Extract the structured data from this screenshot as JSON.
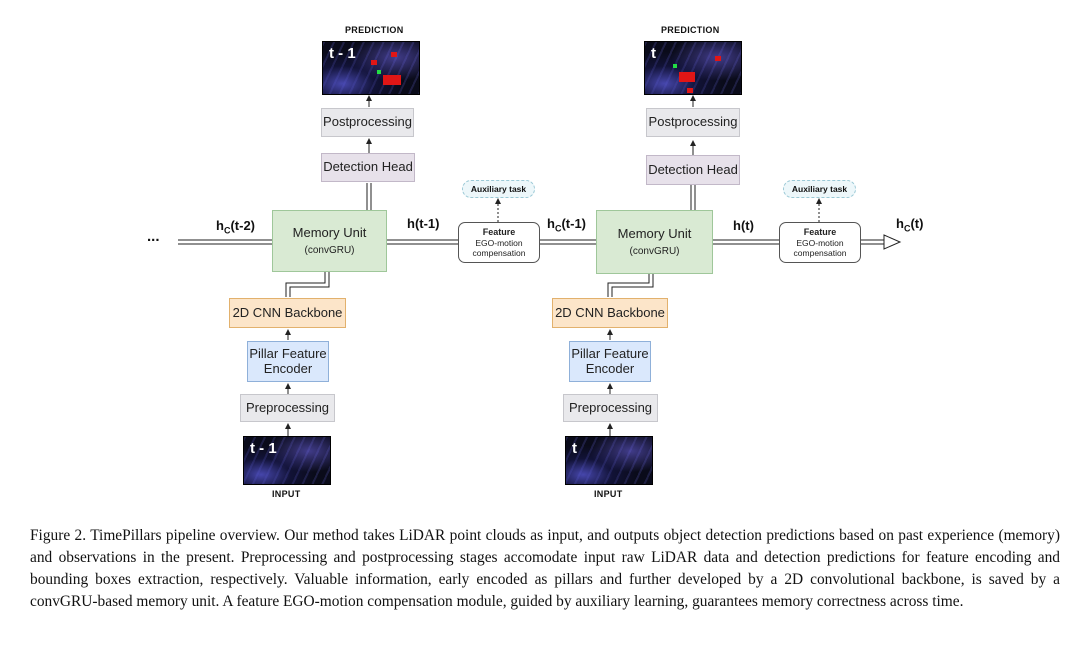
{
  "pipelines": [
    {
      "prediction_title": "PREDICTION",
      "prediction_tag": "t - 1",
      "postprocessing": "Postprocessing",
      "detection_head": "Detection Head",
      "memory_title": "Memory Unit",
      "memory_sub": "(convGRU)",
      "backbone": "2D CNN Backbone",
      "pfe_line1": "Pillar Feature",
      "pfe_line2": "Encoder",
      "preprocessing": "Preprocessing",
      "input_tag": "t - 1",
      "input_title": "INPUT"
    },
    {
      "prediction_title": "PREDICTION",
      "prediction_tag": "t",
      "postprocessing": "Postprocessing",
      "detection_head": "Detection Head",
      "memory_title": "Memory Unit",
      "memory_sub": "(convGRU)",
      "backbone": "2D CNN Backbone",
      "pfe_line1": "Pillar Feature",
      "pfe_line2": "Encoder",
      "preprocessing": "Preprocessing",
      "input_tag": "t",
      "input_title": "INPUT"
    }
  ],
  "feature_boxes": [
    {
      "title": "Feature",
      "line1": "EGO-motion",
      "line2": "compensation",
      "aux": "Auxiliary task"
    },
    {
      "title": "Feature",
      "line1": "EGO-motion",
      "line2": "compensation",
      "aux": "Auxiliary task"
    }
  ],
  "hidden_labels": {
    "ellipsis": "...",
    "hc_t2_base": "h",
    "hc_t2_sub": "C",
    "hc_t2_arg": "(t-2)",
    "h_t1": "h(t-1)",
    "hc_t1_base": "h",
    "hc_t1_sub": "C",
    "hc_t1_arg": "(t-1)",
    "h_t": "h(t)",
    "hc_t_base": "h",
    "hc_t_sub": "C",
    "hc_t_arg": "(t)"
  },
  "caption": "Figure 2. TimePillars pipeline overview. Our method takes LiDAR point clouds as input, and outputs object detection predictions based on past experience (memory) and observations in the present. Preprocessing and postprocessing stages accomodate input raw LiDAR data and detection predictions for feature encoding and bounding boxes extraction, respectively. Valuable information, early encoded as pillars and further developed by a 2D convolutional backbone, is saved by a convGRU-based memory unit. A feature EGO-motion compensation module, guided by auxiliary learning, guarantees memory correctness across time.",
  "colors": {
    "memory": "#d9ead3",
    "backbone": "#fce5c9",
    "encoder": "#dae8fc",
    "detection_head": "#e7e1ea",
    "processing": "#e9e9ec",
    "detection_box": "#e01616",
    "auxiliary": "#edf7fa"
  }
}
